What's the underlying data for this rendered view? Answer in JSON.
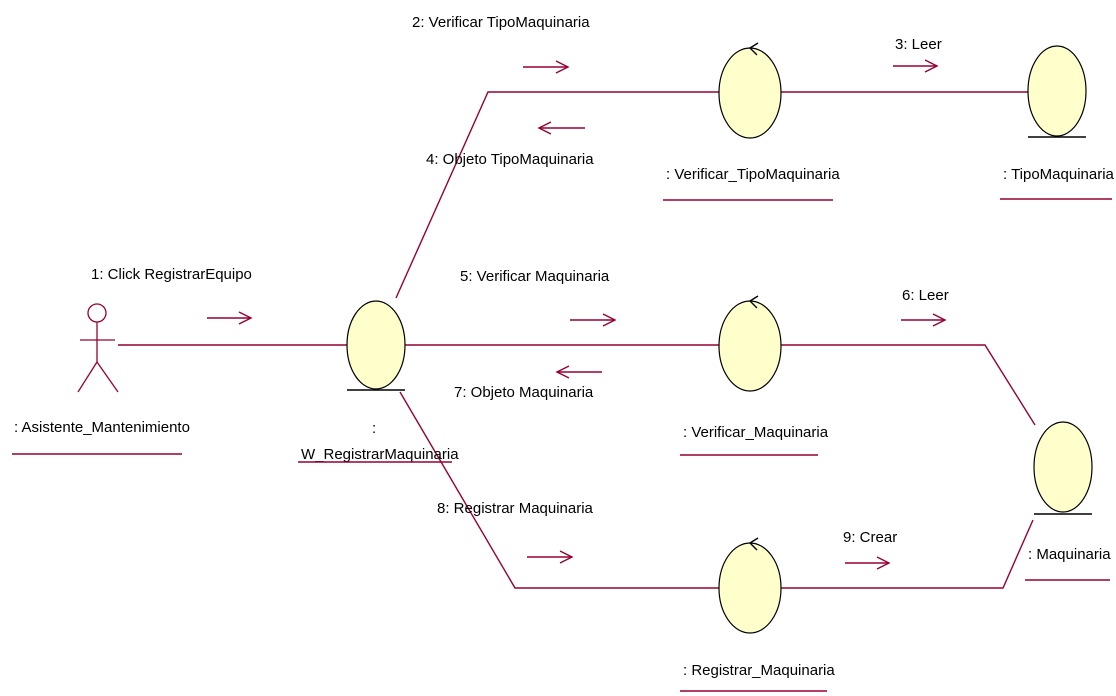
{
  "colors": {
    "link": "#990033",
    "object_fill": "#ffffcc",
    "outline": "#000000"
  },
  "actor": {
    "name": ": Asistente_Mantenimiento"
  },
  "objects": {
    "boundary": {
      "prefix": ":",
      "name": "W_RegistrarMaquinaria"
    },
    "ctrl_tipo": {
      "name": ": Verificar_TipoMaquinaria"
    },
    "entity_tipo": {
      "name": ": TipoMaquinaria"
    },
    "ctrl_verif_maq": {
      "name": ": Verificar_Maquinaria"
    },
    "ctrl_reg_maq": {
      "name": ": Registrar_Maquinaria"
    },
    "entity_maq": {
      "name": ": Maquinaria"
    }
  },
  "messages": {
    "m1": "1: Click RegistrarEquipo",
    "m2": "2: Verificar TipoMaquinaria",
    "m3": "3: Leer",
    "m4": "4: Objeto TipoMaquinaria",
    "m5": "5: Verificar Maquinaria",
    "m6": "6: Leer",
    "m7": "7: Objeto Maquinaria",
    "m8": "8: Registrar Maquinaria",
    "m9": "9: Crear"
  }
}
